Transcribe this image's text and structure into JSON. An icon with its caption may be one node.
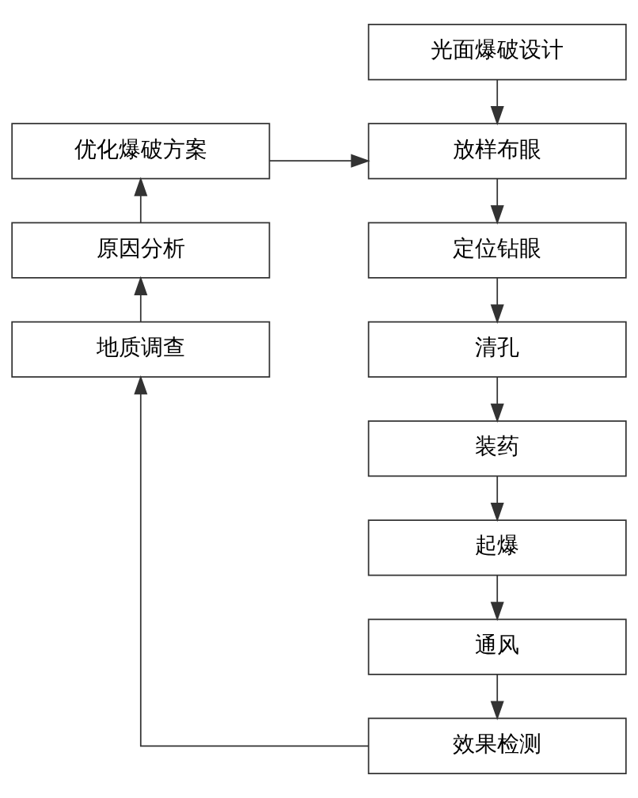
{
  "diagram": {
    "nodes": [
      {
        "text": [
          "光面爆破设计"
        ]
      },
      {
        "text": [
          "放样布眼"
        ]
      },
      {
        "text": [
          "定位钻眼"
        ]
      },
      {
        "text": [
          "清孔"
        ]
      },
      {
        "text": [
          "装药"
        ]
      },
      {
        "text": [
          "起爆"
        ]
      },
      {
        "text": [
          "通风"
        ]
      },
      {
        "text": [
          "效果检测"
        ]
      },
      {
        "text": [
          "地质调查"
        ]
      },
      {
        "text": [
          "原因分析"
        ]
      },
      {
        "text": [
          "优化爆破方案"
        ]
      }
    ],
    "edges": [
      {
        "from": 0,
        "to": 1,
        "arrow": "to"
      },
      {
        "from": 1,
        "to": 2,
        "arrow": "to"
      },
      {
        "from": 2,
        "to": 3,
        "arrow": "to"
      },
      {
        "from": 3,
        "to": 4,
        "arrow": "to"
      },
      {
        "from": 4,
        "to": 5,
        "arrow": "to"
      },
      {
        "from": 5,
        "to": 6,
        "arrow": "to"
      },
      {
        "from": 6,
        "to": 7,
        "arrow": "to"
      },
      {
        "from": 7,
        "to": 8,
        "arrow": "to"
      },
      {
        "from": 8,
        "to": 9,
        "arrow": "to"
      },
      {
        "from": 9,
        "to": 10,
        "arrow": "to"
      },
      {
        "from": 10,
        "to": 1,
        "arrow": "to"
      }
    ]
  }
}
